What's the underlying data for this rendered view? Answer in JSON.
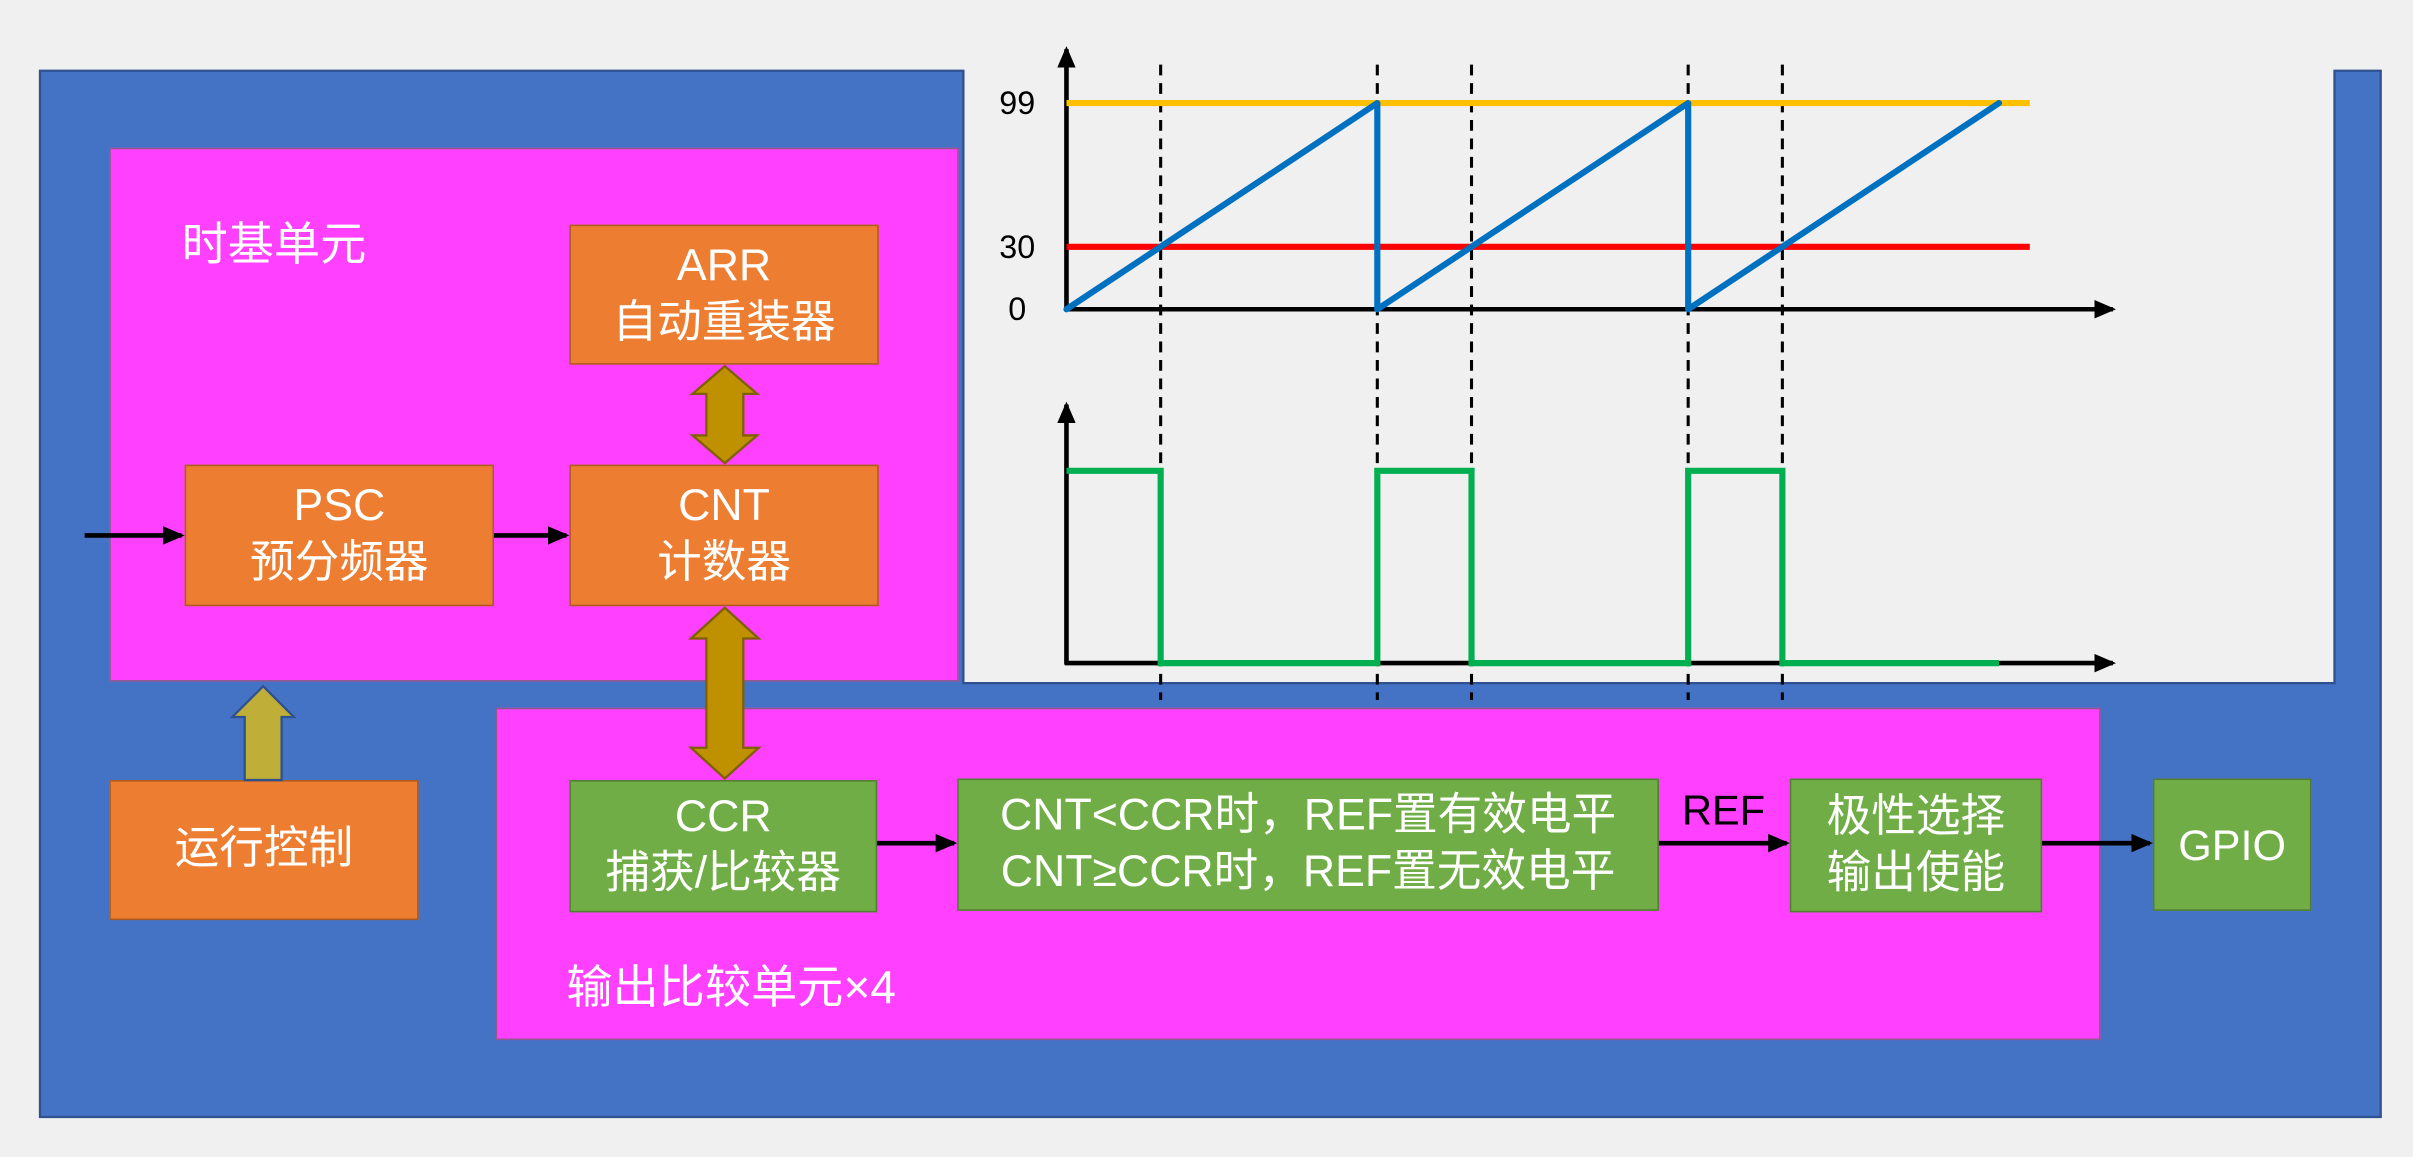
{
  "colors": {
    "background": "#f0f0f0",
    "timer_block": "#4472c4",
    "unit_fill": "#ff40ff",
    "time_base_box": "#ed7d31",
    "compare_box": "#70ad47",
    "bus_arrow": "#bf9000",
    "control_arrow": "#bfae38",
    "arr_level_line": "#ffc000",
    "ccr_level_line": "#ff0000",
    "counter_wave": "#0070c0",
    "output_wave": "#00b050"
  },
  "time_base_unit": {
    "title": "时基单元",
    "arr": {
      "name": "ARR",
      "label": "自动重装器"
    },
    "psc": {
      "name": "PSC",
      "label": "预分频器"
    },
    "cnt": {
      "name": "CNT",
      "label": "计数器"
    }
  },
  "run_control": {
    "label": "运行控制"
  },
  "output_compare_unit": {
    "title": "输出比较单元×4",
    "ccr": {
      "name": "CCR",
      "label": "捕获/比较器"
    },
    "mode": {
      "line1": "CNT<CCR时，REF置有效电平",
      "line2": "CNT≥CCR时，REF置无效电平"
    },
    "ref_label": "REF",
    "output_control": {
      "line1": "极性选择",
      "line2": "输出使能"
    }
  },
  "gpio": {
    "label": "GPIO"
  },
  "waveform": {
    "counter_ticks": [
      {
        "label": "99",
        "value": 99
      },
      {
        "label": "30",
        "value": 30
      },
      {
        "label": "0",
        "value": 0
      }
    ],
    "arr_value": 99,
    "ccr_value": 30,
    "counter_ramps": 3
  }
}
